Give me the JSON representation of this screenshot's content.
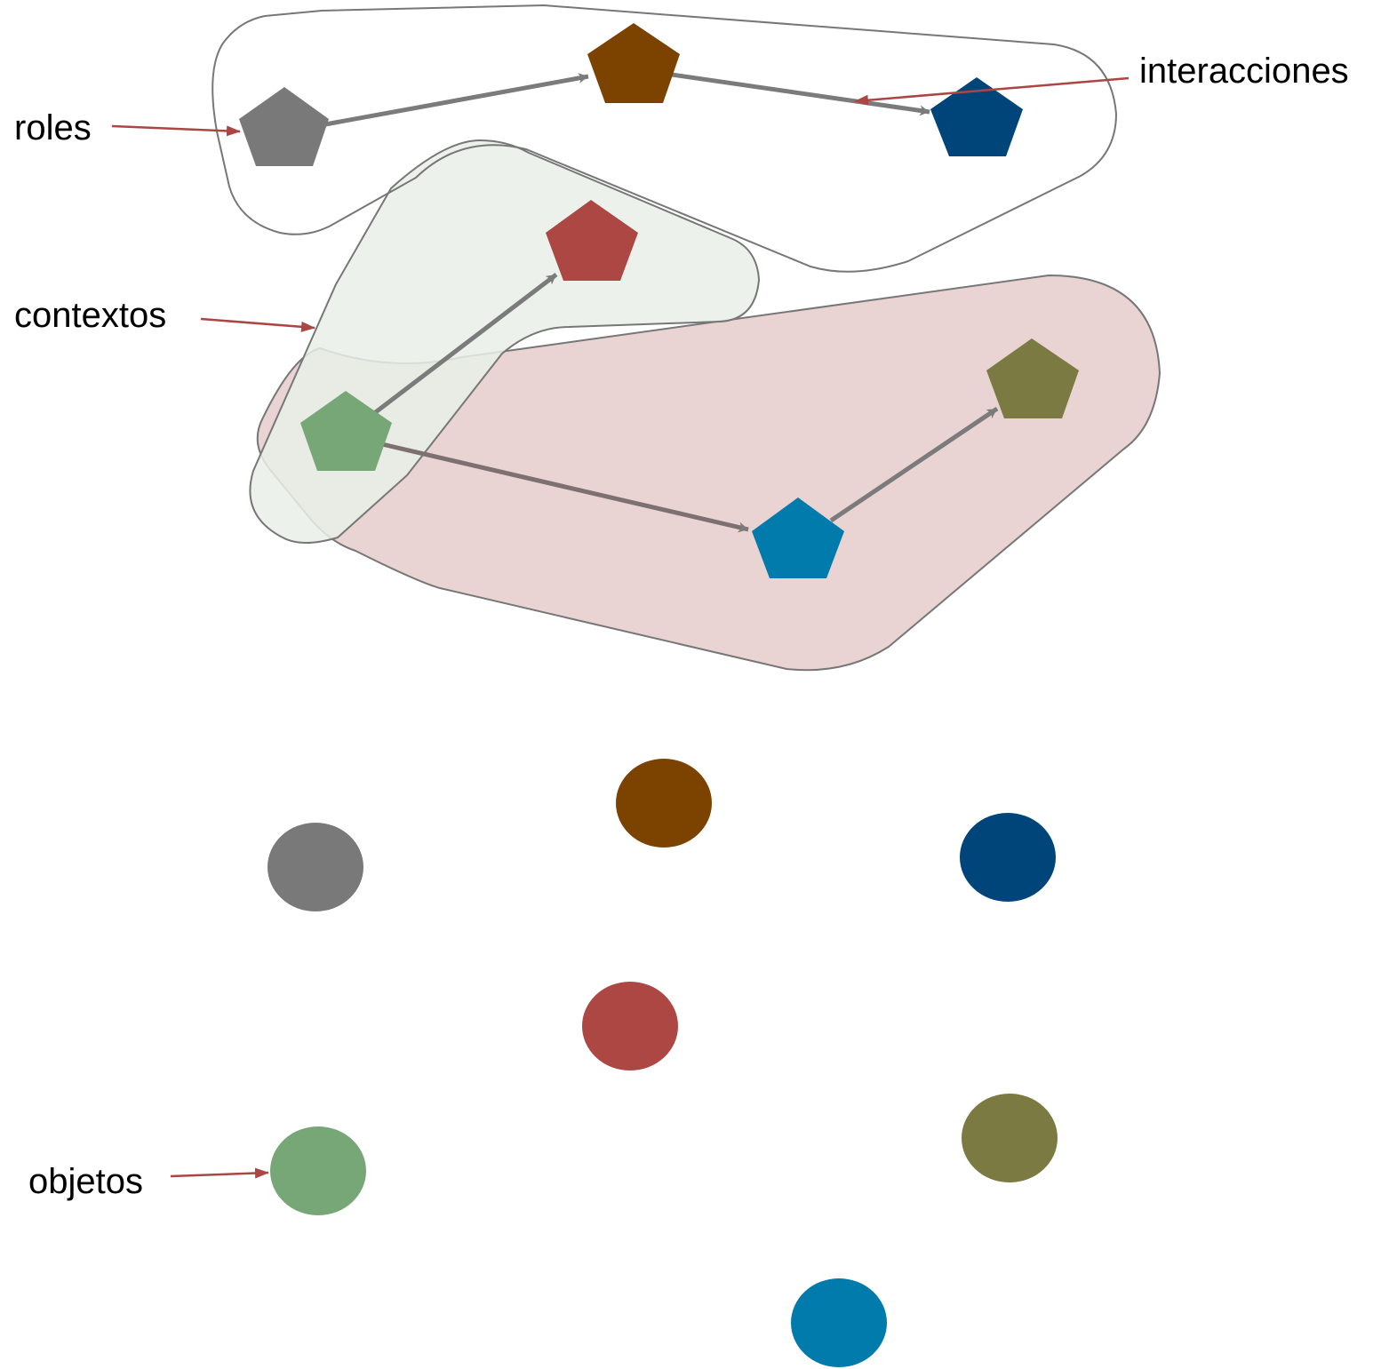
{
  "colors": {
    "gray": "#797979",
    "brown": "#7b4200",
    "navy": "#00457a",
    "red": "#ad4743",
    "green": "#77a677",
    "blue": "#007bac",
    "olive": "#7a7a42",
    "arrow": "#7b7b7b",
    "label_arrow": "#ab4644",
    "context_green_fill": "#e9f0e8",
    "context_red_fill": "#e9d3d3",
    "outline": "#777777"
  },
  "labels": {
    "roles": "roles",
    "interactions": "interacciones",
    "contexts": "contextos",
    "objects": "objetos"
  },
  "roles": [
    {
      "id": "role-gray",
      "color": "gray"
    },
    {
      "id": "role-brown",
      "color": "brown"
    },
    {
      "id": "role-navy",
      "color": "navy"
    },
    {
      "id": "role-red",
      "color": "red"
    },
    {
      "id": "role-green",
      "color": "green"
    },
    {
      "id": "role-blue",
      "color": "blue"
    },
    {
      "id": "role-olive",
      "color": "olive"
    }
  ],
  "objects": [
    {
      "id": "object-gray",
      "color": "gray"
    },
    {
      "id": "object-brown",
      "color": "brown"
    },
    {
      "id": "object-navy",
      "color": "navy"
    },
    {
      "id": "object-red",
      "color": "red"
    },
    {
      "id": "object-green",
      "color": "green"
    },
    {
      "id": "object-olive",
      "color": "olive"
    },
    {
      "id": "object-blue",
      "color": "blue"
    }
  ]
}
